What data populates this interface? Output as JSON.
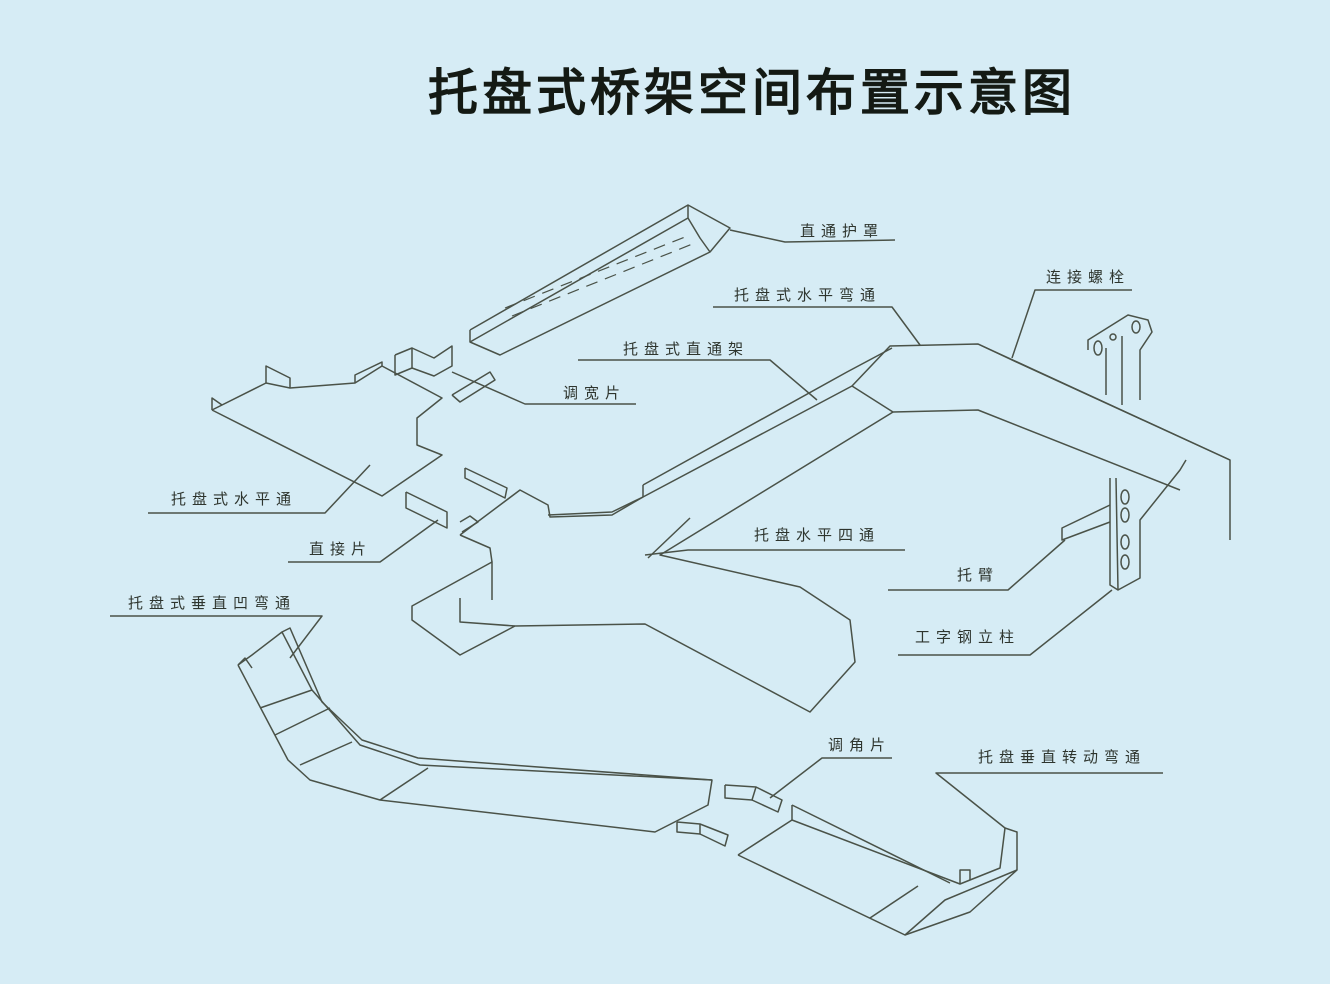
{
  "diagram": {
    "title": "托盘式桥架空间布置示意图",
    "background_color": "#d6ecf5",
    "line_color": "#4a5248",
    "labels": {
      "straight_cover": "直通护罩",
      "connecting_bolt": "连接螺栓",
      "horizontal_elbow": "托盘式水平弯通",
      "straight_tray": "托盘式直通架",
      "width_adjust_plate": "调宽片",
      "horizontal_tee": "托盘式水平通",
      "straight_connector": "直接片",
      "horizontal_cross": "托盘水平四通",
      "support_arm": "托臂",
      "i_beam_column": "工字钢立柱",
      "vertical_concave_elbow": "托盘式垂直凹弯通",
      "angle_adjust_plate": "调角片",
      "vertical_rotating_elbow": "托盘垂直转动弯通"
    }
  }
}
